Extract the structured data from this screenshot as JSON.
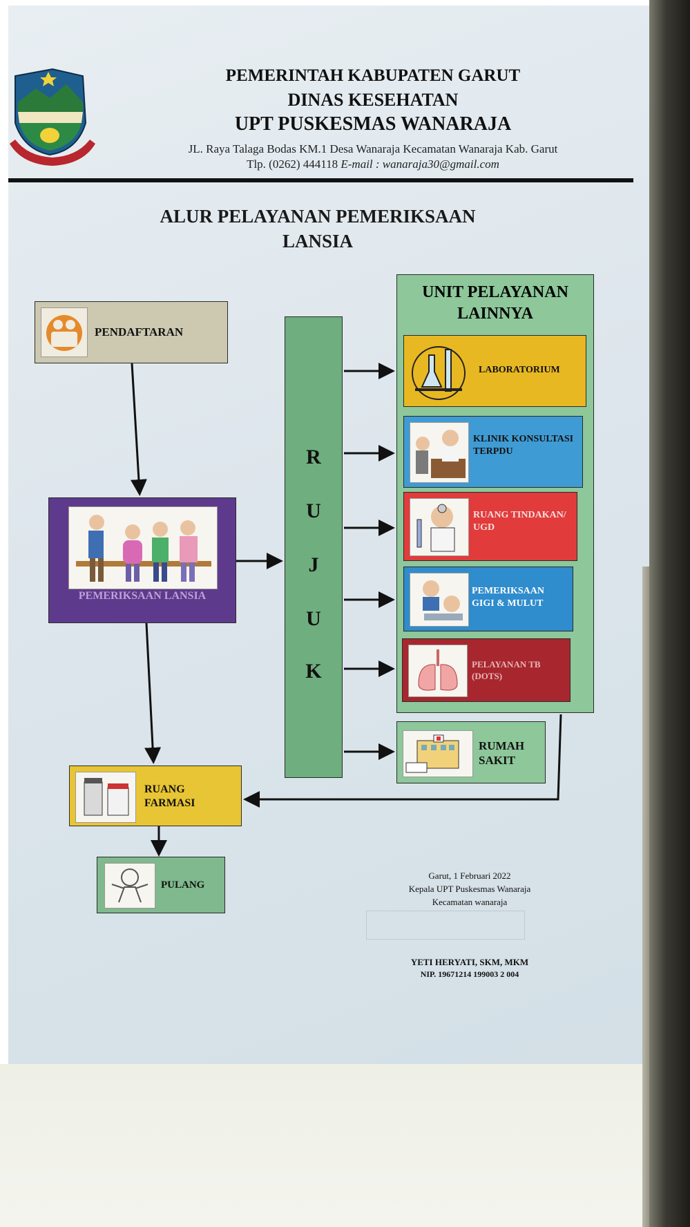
{
  "header": {
    "line1": "PEMERINTAH KABUPATEN GARUT",
    "line2": "DINAS KESEHATAN",
    "line3": "UPT PUSKESMAS WANARAJA",
    "address": "JL. Raya Talaga Bodas KM.1 Desa Wanaraja Kecamatan Wanaraja Kab. Garut",
    "phone": "Tlp. (0262) 444118",
    "email": "E-mail : wanaraja30@gmail.com"
  },
  "title": {
    "line1": "ALUR PELAYANAN PEMERIKSAAN",
    "line2": "LANSIA"
  },
  "flow": {
    "pendaftaran": "PENDAFTARAN",
    "pemeriksaan": "PEMERIKSAAN LANSIA",
    "rujuk": [
      "R",
      "U",
      "J",
      "U",
      "K"
    ],
    "unit_title": "UNIT PELAYANAN LAINNYA",
    "units": [
      {
        "label": "LABORATORIUM",
        "color": "#e8b823"
      },
      {
        "label": "KLINIK KONSULTASI TERPDU",
        "color": "#3f9bd4"
      },
      {
        "label": "RUANG TINDAKAN/ UGD",
        "color": "#e23b3b"
      },
      {
        "label": "PEMERIKSAAN GIGI & MULUT",
        "color": "#2f8ccd"
      },
      {
        "label": "PELAYANAN TB (DOTS)",
        "color": "#a8262e"
      }
    ],
    "rumah_sakit": "RUMAH SAKIT",
    "farmasi": "RUANG FARMASI",
    "pulang": "PULANG"
  },
  "signature": {
    "place_date": "Garut, 1 Februari 2022",
    "role": "Kepala UPT Puskesmas Wanaraja",
    "district": "Kecamatan wanaraja",
    "name": "YETI HERYATI, SKM, MKM",
    "nip": "NIP. 19671214 199003 2 004"
  },
  "colors": {
    "pendaftaran": "#cdc9b0",
    "pemeriksaan": "#5e3a8c",
    "rujuk": "#6fae7e",
    "unit_panel": "#8dc79a",
    "rumah_sakit": "#8dc79a",
    "farmasi": "#e8c534",
    "pulang": "#7fb98d"
  }
}
